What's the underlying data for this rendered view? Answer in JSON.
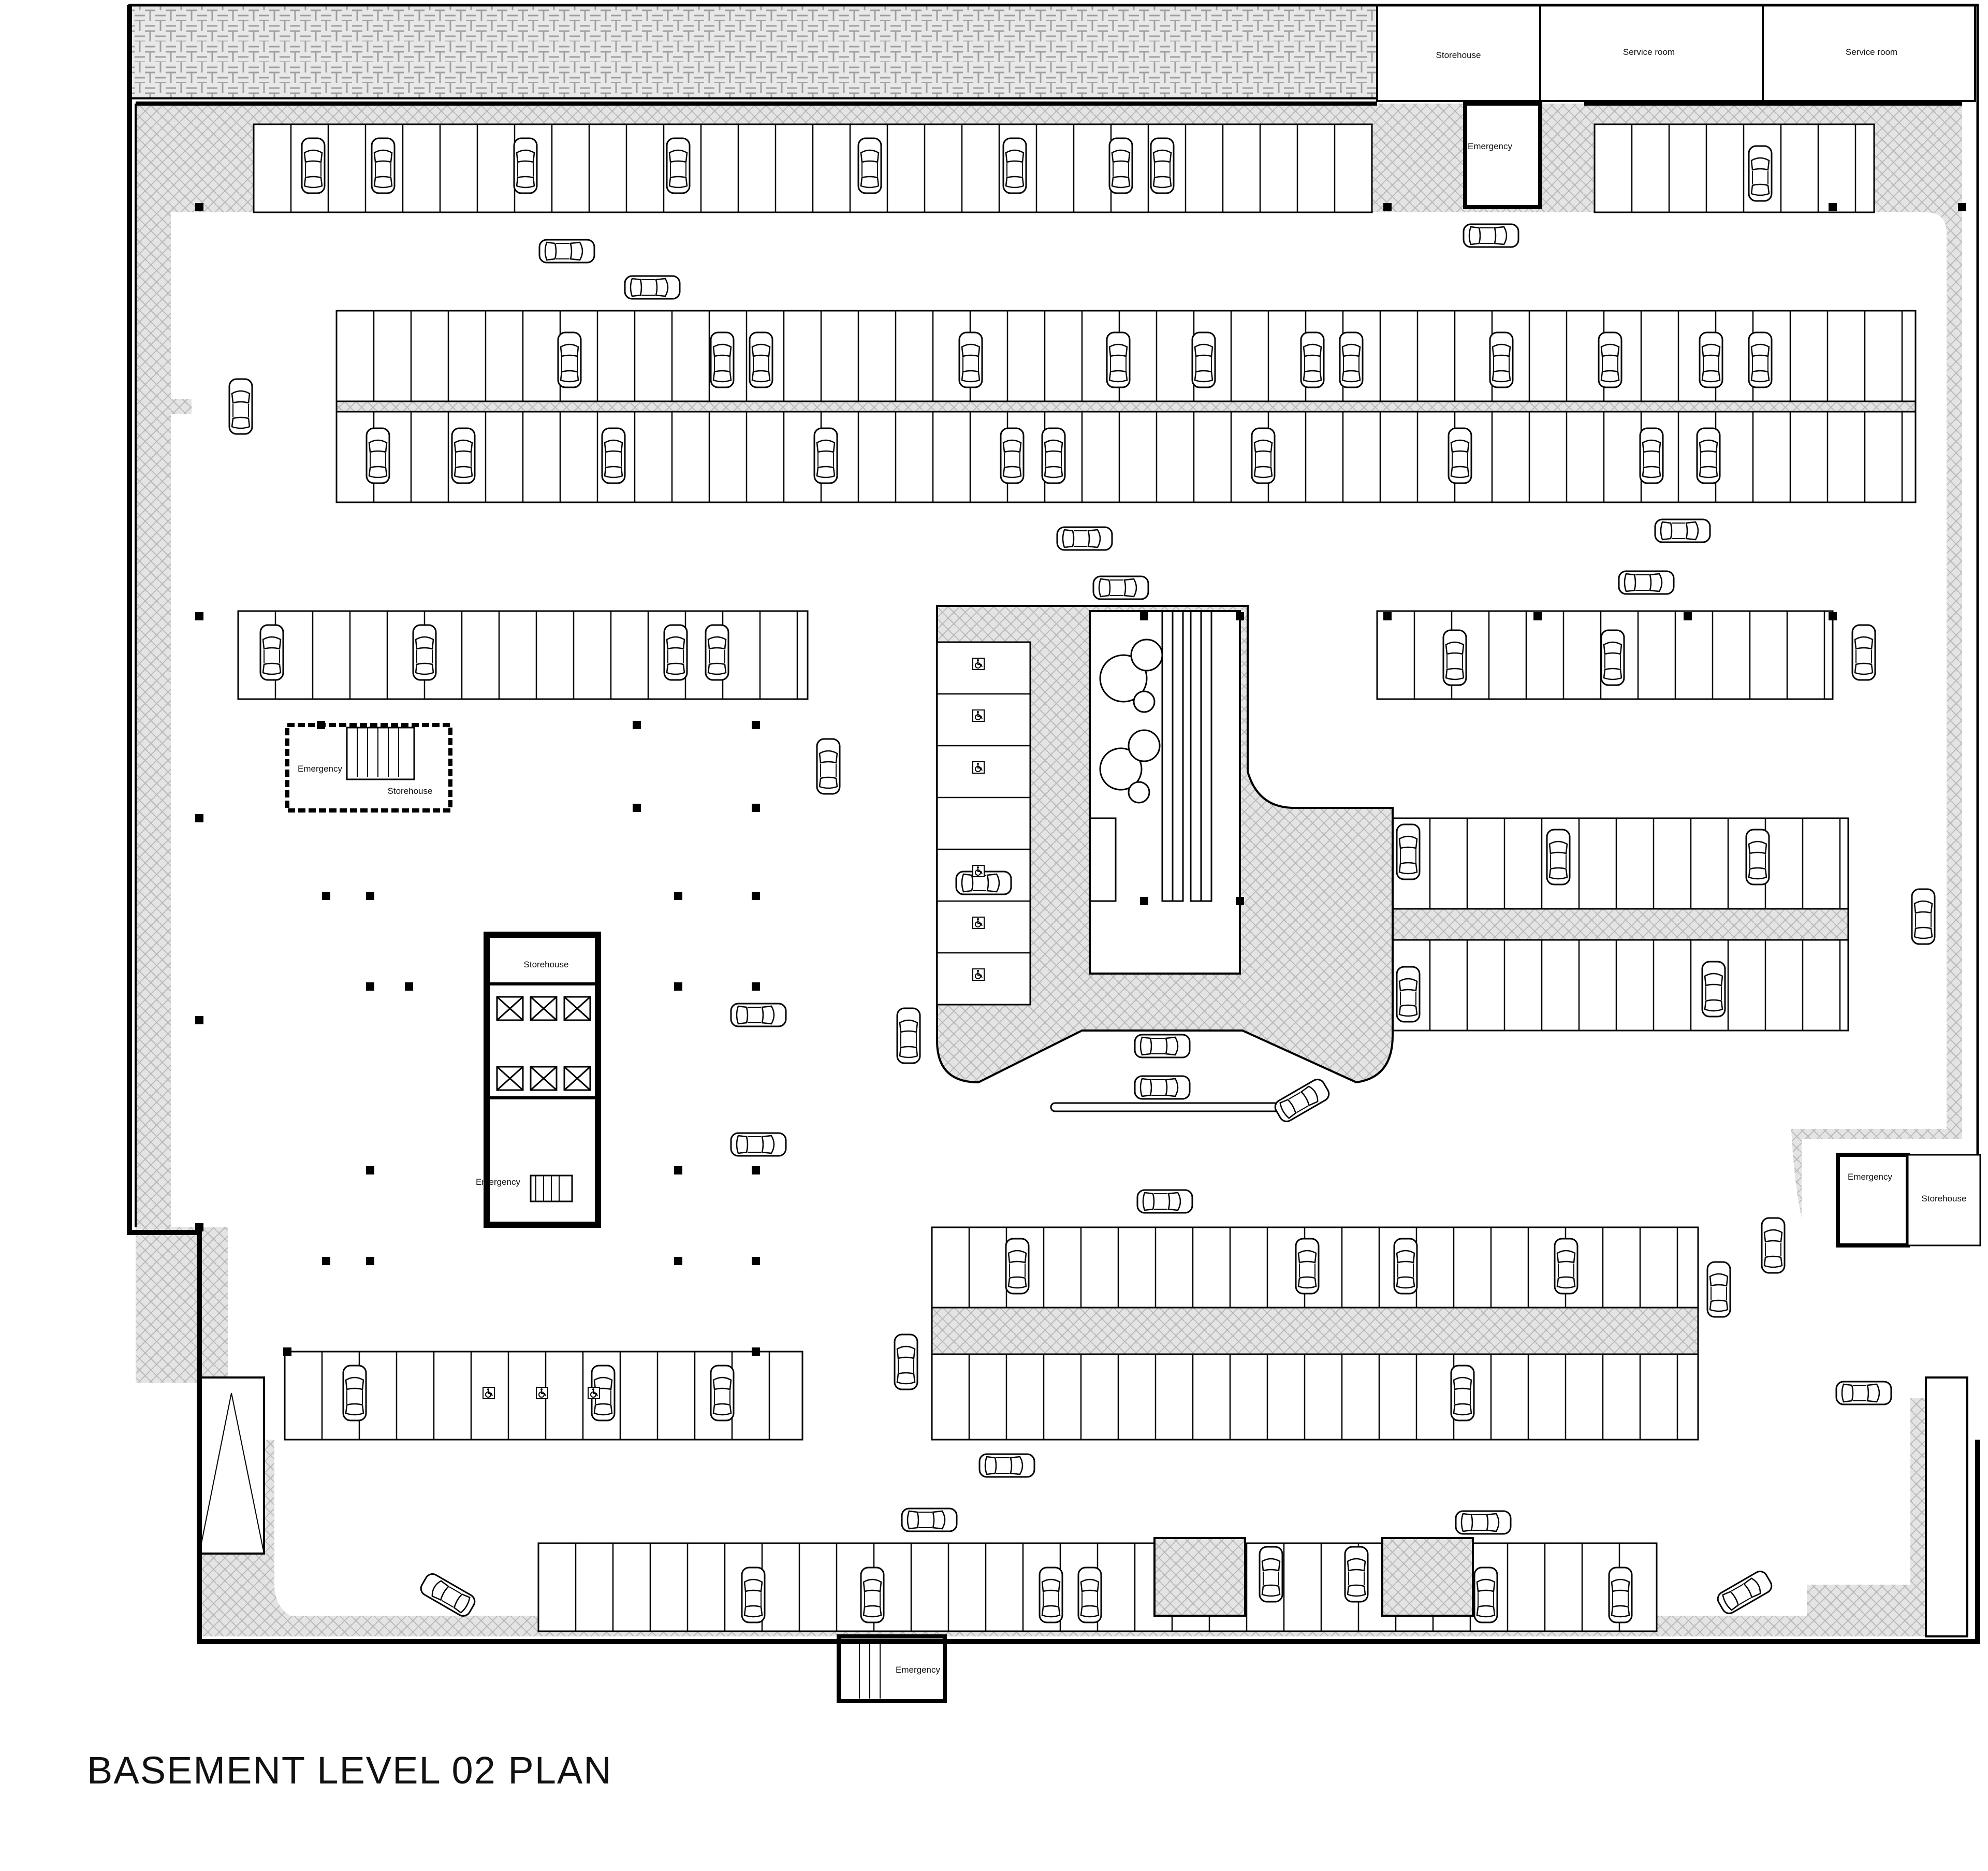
{
  "plan": {
    "title": "BASEMENT LEVEL 02 PLAN",
    "rooms": {
      "storehouse_top": "Storehouse",
      "service_room_1": "Service room",
      "service_room_2": "Service room",
      "emergency_top": "Emergency",
      "emergency_left": "Emergency",
      "storehouse_left": "Storehouse",
      "storehouse_core": "Storehouse",
      "emergency_core": "Emergency",
      "emergency_right": "Emergency",
      "storehouse_right": "Storehouse",
      "emergency_bottom": "Emergency"
    },
    "colors": {
      "floor_hatch": "#d6d6d6",
      "walls": "#000000",
      "background": "#ffffff"
    },
    "icons": [
      "car-icon",
      "wheelchair-icon",
      "tree-icon",
      "stair-icon",
      "elevator-icon"
    ]
  }
}
